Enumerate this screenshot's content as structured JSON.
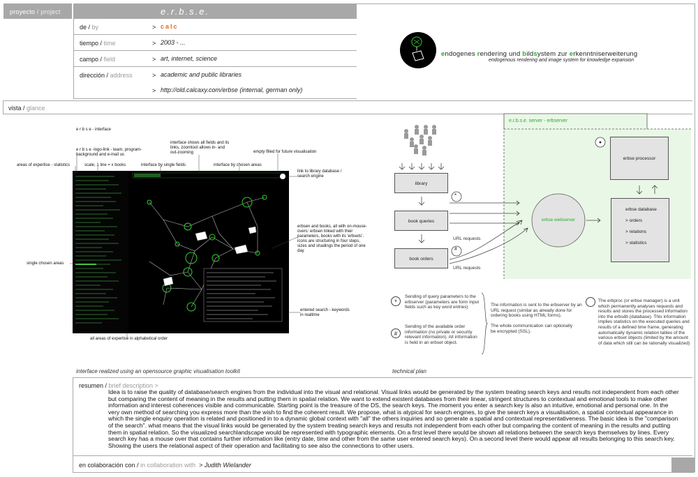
{
  "header": {
    "project_de": "proyecto",
    "project_en": "project",
    "title": "e.r.b.s.e.",
    "rows": [
      {
        "de": "de",
        "en": "by",
        "value": "calc"
      },
      {
        "de": "tiempo",
        "en": "time",
        "value": "2003 - ..."
      },
      {
        "de": "campo",
        "en": "field",
        "value": "art, internet, science"
      },
      {
        "de": "dirección",
        "en": "address",
        "value": "academic and public libraries"
      },
      {
        "de": "",
        "en": "",
        "value": "http://old.calcaxy.com/erbse  (internal, german only)"
      }
    ],
    "sep": "/",
    "arrow": ">"
  },
  "logo": {
    "line1_parts": [
      "e",
      "ndogenes ",
      "r",
      "endering und ",
      "b",
      "ild",
      "s",
      "ystem zur ",
      "e",
      "rkenntniserweiterung"
    ],
    "line2": "endogenous rendering and image system for knowledge expansion"
  },
  "vista": {
    "de": "vista",
    "en": "glance"
  },
  "interface": {
    "labels": {
      "erbse_interface": "e r b s e - interface",
      "logo_link": "e r b s e -logo-link - team, program-background and e-mail us",
      "areas_stats": "areas of expertise - statistics",
      "scale": "scale, 1 line = x books",
      "single_fields": "interface by single fields",
      "shows_fields": "interface shows all fields and its links, zoomtool allows in- and out-zooming",
      "chosen_areas": "interface by chosen areas",
      "empty_field": "empty filled for future visualisation",
      "link_db": "link to library database / search engine",
      "erbsen": "erbsen and books, all with on-mouse-overs: erbsen linked with their parameters, books with its 'erbsets'. icons are structuring in four steps, sizes and shadings the period of one day",
      "single_areas": "single chosen areas",
      "entered_search": "entered search - keywords in realtime",
      "all_areas": "all areas of expertise in alphabetical order"
    },
    "caption": "interface realized using an opensource graphic visualisation toolkit"
  },
  "plan": {
    "server_title": "e.r.b.s.e. server - erbserver",
    "library": "library",
    "book_queries": "book queries",
    "book_orders": "book orders",
    "webserver": "erbse webserver",
    "processor": "erbse processor",
    "database": "erbse database",
    "db_items": [
      "> orders",
      "> relations",
      "> statistics"
    ],
    "url_requests": "URL requests",
    "note_query": "Sending of query parameters to the erbserver (parameters are form input fields such as key word entries)",
    "note_orders": "Sending of the available order information (no private or security relevant information). All information is held in an erbset object.",
    "note_sent": "The information is sent to the erbserver by an URL request (similar as already done for ordering books using HTML forms).",
    "note_encrypted": "The whole communication can optionally be encrypted (SSL).",
    "note_erbproc": "The erbproc (or erbse manager) is a unit which permanently analyses requests and results and stores the processed information into the erbsdb (database). This information implies statistics on the executed queries and results of a defined time frame, generating automatically dynamic relation tables of the various erbset objects (limited by the amount of data which still can be rationally visualized)",
    "caption": "technical plan"
  },
  "summary": {
    "de": "resumen",
    "en": "brief description",
    "text": "Idea is to raise the quality of database/search engines from the individual into the visual and relational. Visual links would be generated by the system treating search keys and results not independent from each other but comparing the content of meaning in the results and putting them in spatial relation. We want to extend existent databases from their linear, stringent structures to contextual and emotional tools to make other information and interest coherences visible and communicable. Starting point is the treasure of the DS, the search keys. The moment you enter a search key is also an intuitive, emotional and personal one. In the very own method of searching you express more than the wish to find the coherent result. We propose, what is atypical for search engines, to give the search keys a visualisation, a spatial contextual appearance in which the single enquiry operation is related and positioned in to a dynamic global context with \"all\" the others inquiries and so generate a spatial and contextual representativeness. The basic idea is the \"comparison of the search\". what means that the visual links would be generated by the system treating search keys and results not independent from each other but comparing the content of meaning in the results and putting them in spatial relation. So the visualized searchlandscape would be represented with typographic elements. On a first level there would be shown all relations between the search keys themselves by lines. Every search key has a mouse over that contains further information like (entry date, time and other from the same user entered search keys). On a second level there would appear all results belonging to this search key. Showing the users the relational aspect of their operation and facilitating to see also the connections to other users."
  },
  "collab": {
    "de": "en colaboración con",
    "en": "in collaboration with",
    "name": "Judith Wielander"
  },
  "colors": {
    "accent_orange": "#e06b1a",
    "green": "#2fa82f",
    "header_grey": "#a8a8a8"
  }
}
